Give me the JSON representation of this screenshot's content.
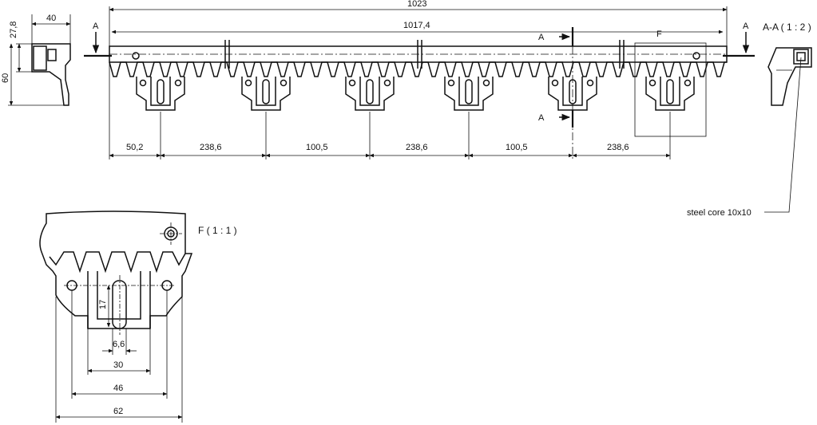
{
  "dimensions": {
    "overall_length": "1023",
    "rod_length": "1017,4",
    "spacing_1": "50,2",
    "spacing_2": "238,6",
    "spacing_3": "100,5",
    "spacing_4": "238,6",
    "spacing_5": "100,5",
    "spacing_6": "238,6",
    "side_width": "40",
    "side_height_top": "27,8",
    "side_height_total": "60",
    "detail_slot_length": "17",
    "detail_slot_width": "6,6",
    "detail_width_30": "30",
    "detail_width_46": "46",
    "detail_width_62": "62"
  },
  "labels": {
    "section_marker": "A",
    "section_view": "A-A ( 1 : 2 )",
    "detail_marker": "F",
    "detail_view": "F ( 1 : 1 )",
    "core_note": "steel core 10x10"
  }
}
